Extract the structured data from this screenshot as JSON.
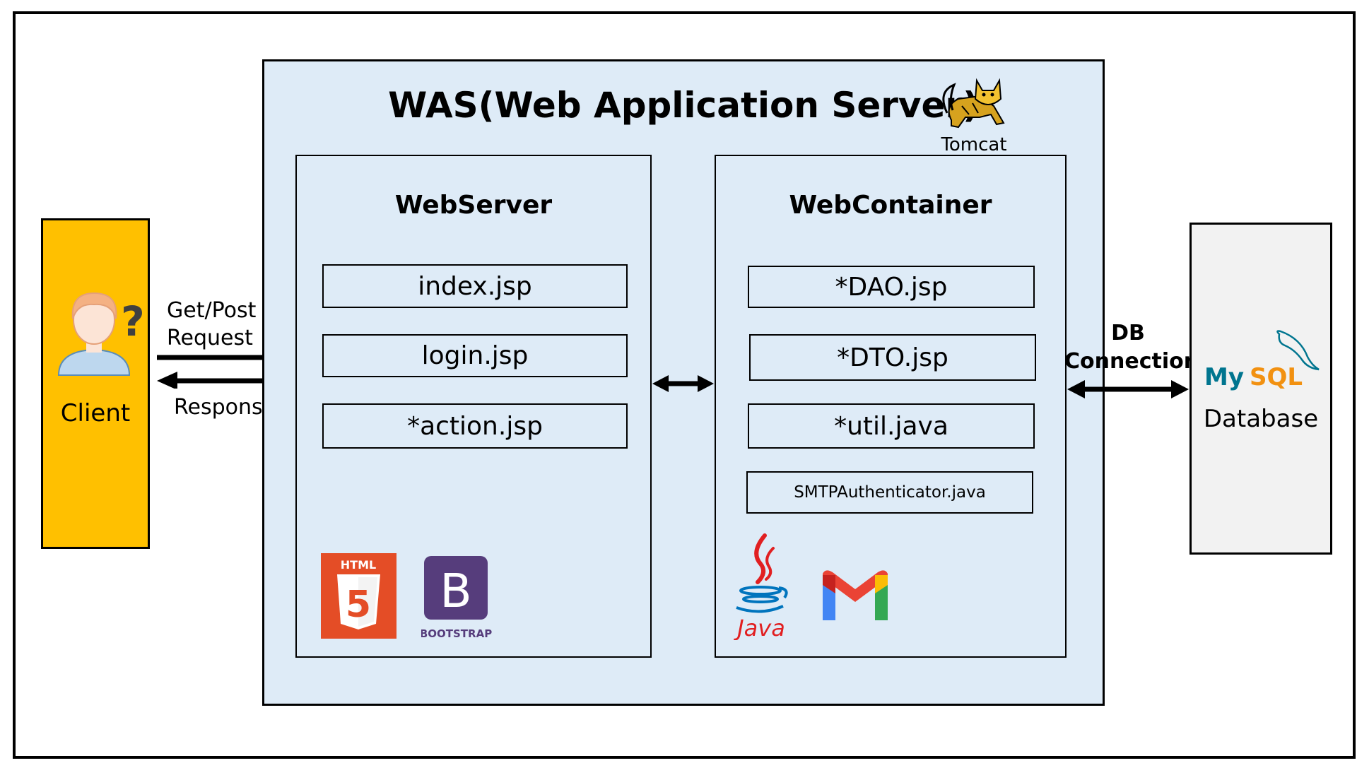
{
  "client": {
    "label": "Client"
  },
  "request": {
    "line1": "Get/Post",
    "line2": "Request"
  },
  "response": {
    "label": "Response"
  },
  "was": {
    "title": "WAS(Web Application Server)",
    "tomcat_label": "Tomcat"
  },
  "webserver": {
    "title": "WebServer",
    "files": [
      "index.jsp",
      "login.jsp",
      "*action.jsp"
    ],
    "logos": {
      "html5_text": "HTML",
      "html5_number": "5",
      "bootstrap_letter": "B",
      "bootstrap_text": "BOOTSTRAP"
    }
  },
  "webcontainer": {
    "title": "WebContainer",
    "files": [
      "*DAO.jsp",
      "*DTO.jsp",
      "*util.java",
      "SMTPAuthenticator.java"
    ],
    "logos": {
      "java_text": "Java",
      "gmail_icon": "gmail-icon"
    }
  },
  "db_connection": {
    "line1": "DB",
    "line2": "Connection"
  },
  "database": {
    "label": "Database",
    "mysql_my": "My",
    "mysql_sql": "SQL"
  },
  "colors": {
    "client_fill": "#FFC000",
    "was_fill": "#DEEBF7",
    "db_fill": "#F2F2F2",
    "html5_orange": "#E44D26",
    "bootstrap_purple": "#563D7C",
    "java_red": "#E11F21",
    "java_blue": "#0074BD",
    "mysql_blue": "#00758F",
    "mysql_orange": "#F29111"
  }
}
